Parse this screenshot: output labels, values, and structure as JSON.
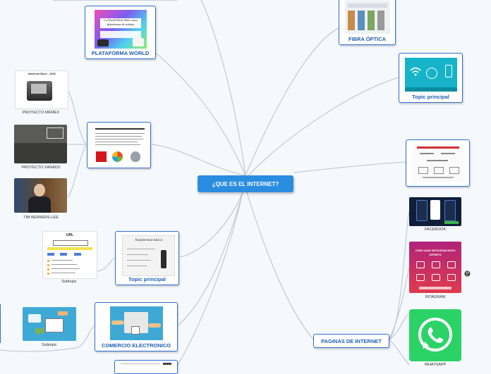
{
  "central_topic": "¿QUE ES EL INTERNET?",
  "nodes": {
    "plataforma": "PLATAFORMA WORLD",
    "fibra": "FIBRA ÓPTICA",
    "topic_right": "Topic principal",
    "topic_left": "Topic principal",
    "comercio": "COMERCIO ELECTRONICO",
    "paginas": "PAGINAS DE INTERNET"
  },
  "leaves": {
    "memex": "PROYECTO MEMEX",
    "xanadu": "PROYECTO XANADÚ",
    "tim": "TIM BERNERS-LEE",
    "subtopic_url": "Subtopic",
    "subtopic_commerce": "Subtopic",
    "facebook": "FACEBOOK",
    "instagram": "INTAGRAM",
    "whatsapp": "WHATSAPP"
  },
  "image_text": {
    "plataforma_title": "La World Wide Web como plataforma de trabajo",
    "memex_title": "Vannevar Bush - 1945",
    "arquitectura": "Arquitectura básica",
    "url_title": "URL",
    "instagram_title": "CÓMO USAR INSTAGRAM MODO EXPERTO"
  },
  "colors": {
    "accent": "#2a8de0",
    "border": "#2f6fd1",
    "label": "#1f5fb3",
    "link": "#b8c2cc",
    "background": "#f5f8fc"
  },
  "icons": [
    "globe-icon",
    "wifi-icon",
    "whatsapp-icon"
  ]
}
